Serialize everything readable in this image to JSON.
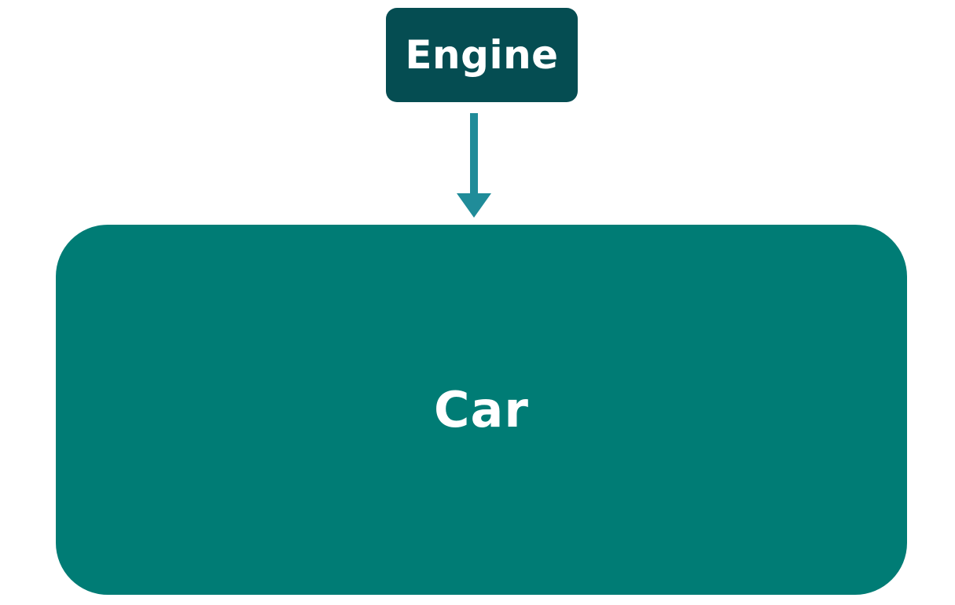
{
  "colors": {
    "engine_fill": "#054d52",
    "car_fill": "#007c75",
    "arrow": "#208c99",
    "label_text": "#ffffff"
  },
  "nodes": {
    "engine": {
      "label": "Engine"
    },
    "car": {
      "label": "Car"
    }
  },
  "edges": [
    {
      "from": "engine",
      "to": "car",
      "style": "solid-arrow"
    }
  ]
}
